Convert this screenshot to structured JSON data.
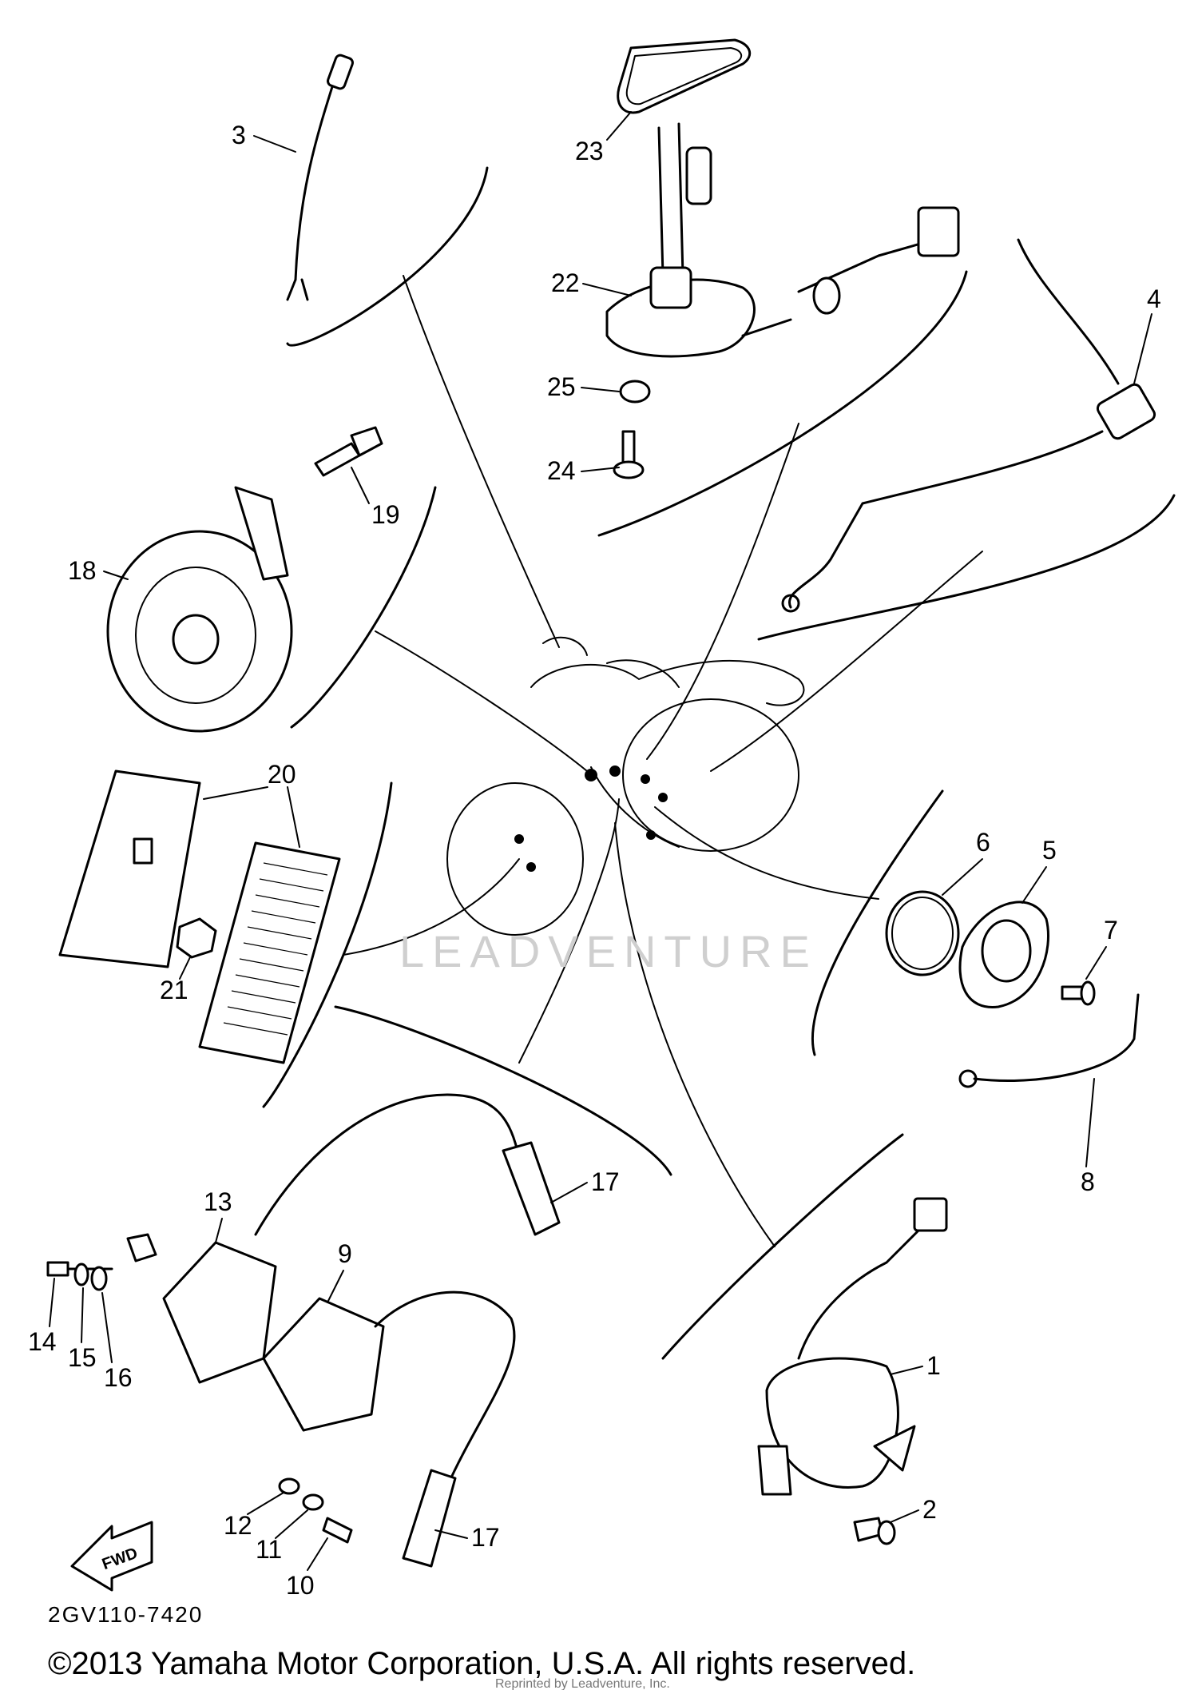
{
  "diagram": {
    "figure_code": "2GV110-7420",
    "fwd_label": "FWD",
    "watermark": "LEADVENTURE",
    "reprint_note": "Reprinted by Leadventure, Inc.",
    "callouts": [
      "1",
      "2",
      "3",
      "4",
      "5",
      "6",
      "7",
      "8",
      "9",
      "10",
      "11",
      "12",
      "13",
      "14",
      "15",
      "16",
      "17",
      "17",
      "18",
      "19",
      "20",
      "21",
      "22",
      "23",
      "24",
      "25"
    ]
  },
  "footer": {
    "copyright": "©2013 Yamaha Motor Corporation, U.S.A. All rights reserved."
  }
}
